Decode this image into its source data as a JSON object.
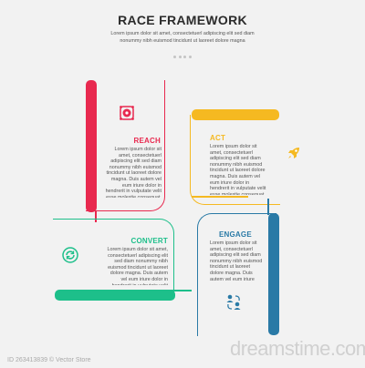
{
  "header": {
    "title": "RACE FRAMEWORK",
    "subtitle": "Lorem ipsum dolor sit amet, consectetuerl adipiscing elit sed diam nonummy nibh euismod tincidunt ut laoreet dolore magna"
  },
  "sections": {
    "reach": {
      "title": "REACH",
      "body": "Lorem ipsum dolor sit amet, consectetuerl adipiscing elit sed diam nonummy nibh euismod tincidunt ut laoreet dolore magna. Duis autem vel eum iriure dolor in hendrerit in vulputate velit esse molestie consequat, vel illum dolore eu feugiat nulla facilisis at vero eros et accumsan et iusto odio dignissim qui blandit praesent luptatum zzril delenit augue duis dolore te feugait nulla facilisi.",
      "color": "#e8294f",
      "icon": "target-icon"
    },
    "act": {
      "title": "ACT",
      "body": "Lorem ipsum dolor sit amet, consectetuerl adipiscing elit sed diam nonummy nibh euismod tincidunt ut laoreet dolore magna. Duis autem vel eum iriure dolor in hendrerit in vulputate velit esse molestie consequat, vel illum dolore eu feugiat nulla facilisis at vero eros et accumsan et iusto odio dignissim qui blandit praesent luptatum zzril delenit augue duis dolore te feugait nulla facilisi.",
      "color": "#f5b921",
      "icon": "rocket-icon"
    },
    "convert": {
      "title": "CONVERT",
      "body": "Lorem ipsum dolor sit amet, consectetuerl adipiscing elit sed diam nonummy nibh euismod tincidunt ut laoreet dolore magna. Duis autem vel eum iriure dolor in hendrerit in vulputate velit esse molestie consequat, vel illum dolore eu feugiat nulla facilisis at vero eros et accumsan et iusto odio dignissim qui blandit praesent luptatum zzril delenit augue duis dolore te feugait nulla facilisi.",
      "color": "#1dbf8a",
      "icon": "refresh-icon"
    },
    "engage": {
      "title": "ENGAGE",
      "body": "Lorem ipsum dolor sit amet, consectetuerl adipiscing elit sed diam nonummy nibh euismod tincidunt ut laoreet dolore magna. Duis autem vel eum iriure dolor in hendrerit in vulputate velit esse molestie consequat, vel illum dolore eu feugiat nulla facilisis at vero eros et accumsan et iusto odio dignissim qui blandit praesent luptatum zzril delenit augue duis dolore te feugait nulla facilisi.",
      "color": "#2a7aa6",
      "icon": "people-exchange-icon"
    }
  },
  "watermark": {
    "text": "dreamstime.com",
    "id": "ID 263413839 © Vector Store"
  }
}
